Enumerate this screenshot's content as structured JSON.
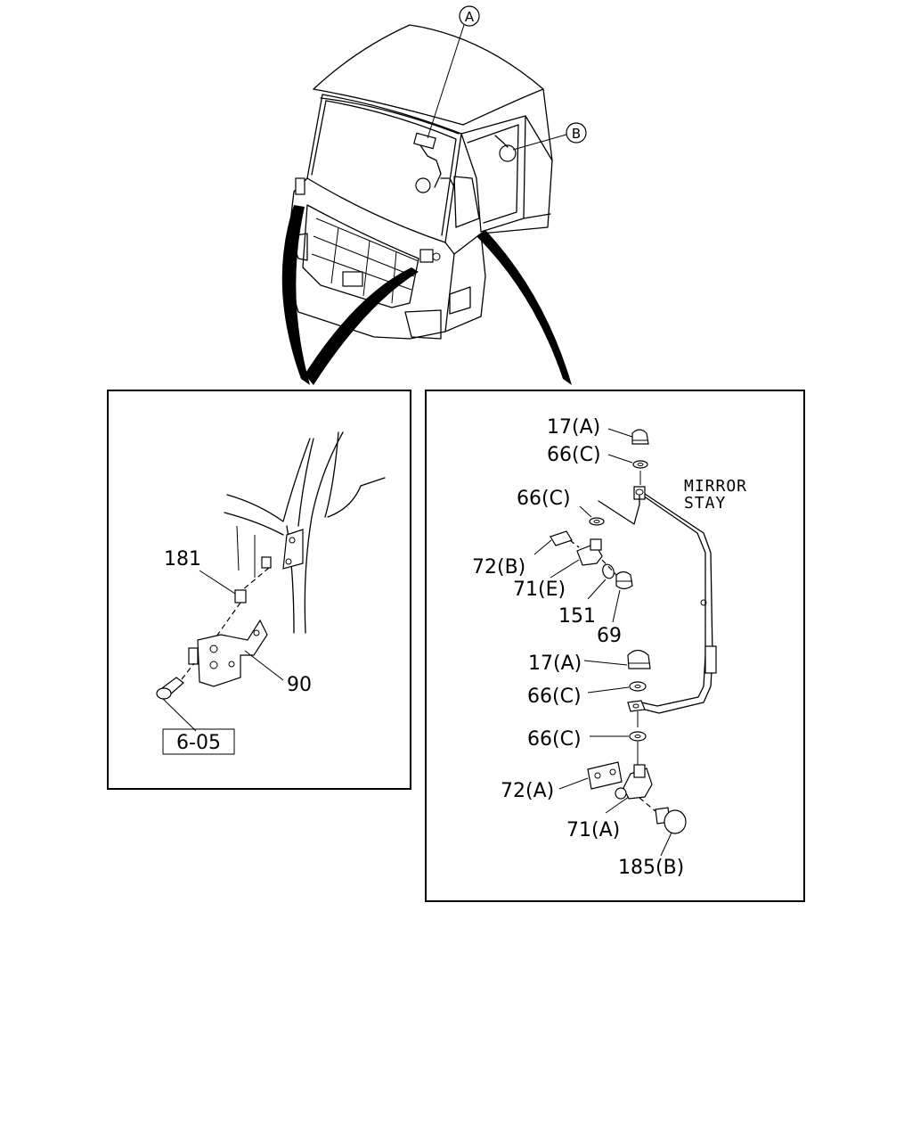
{
  "overview": {
    "callout_a": "A",
    "callout_b": "B"
  },
  "left_panel": {
    "labels": {
      "p181": "181",
      "p90": "90",
      "ref": "6-05"
    }
  },
  "right_panel": {
    "title_line1": "MIRROR",
    "title_line2": "STAY",
    "labels": {
      "p17a_top": "17(A)",
      "p66c_1": "66(C)",
      "p66c_2": "66(C)",
      "p72b": "72(B)",
      "p71e": "71(E)",
      "p151": "151",
      "p69": "69",
      "p17a_mid": "17(A)",
      "p66c_3": "66(C)",
      "p66c_4": "66(C)",
      "p72a": "72(A)",
      "p71a": "71(A)",
      "p185b": "185(B)"
    }
  }
}
